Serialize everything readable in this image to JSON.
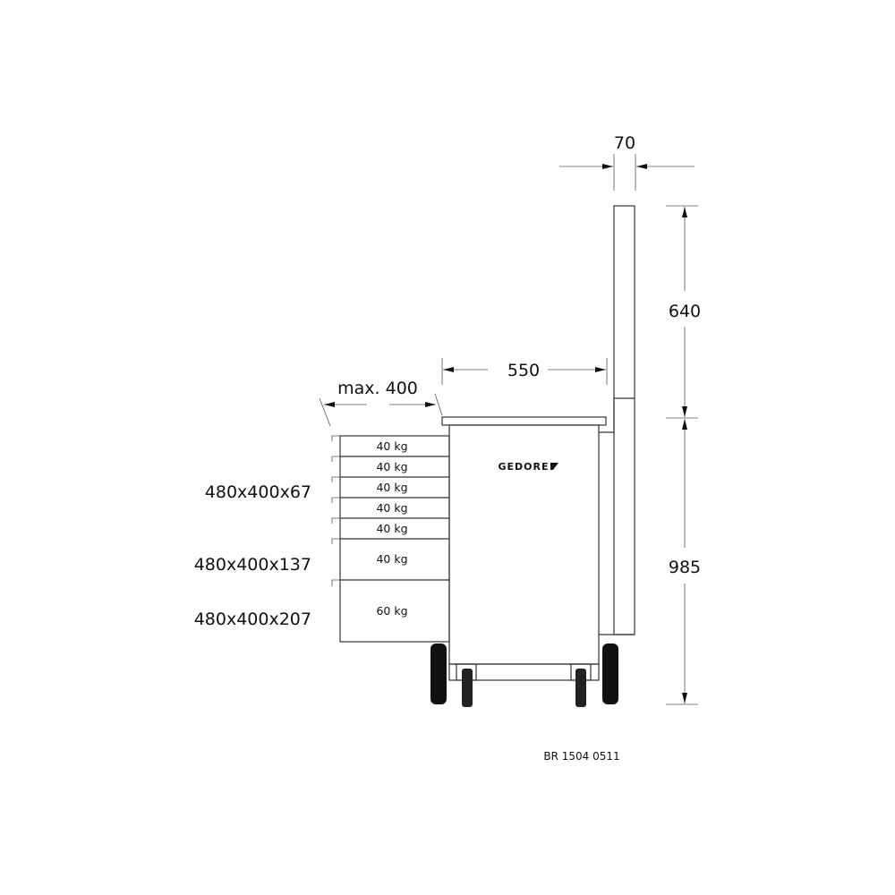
{
  "dimensions": {
    "backpanel_width": "70",
    "backpanel_height": "640",
    "depth": "550",
    "drawer_extension": "max. 400",
    "height": "985"
  },
  "drawer_sizes": [
    "480x400x67",
    "480x400x137",
    "480x400x207"
  ],
  "drawer_loads": [
    "40 kg",
    "40 kg",
    "40 kg",
    "40 kg",
    "40 kg",
    "40 kg",
    "60 kg"
  ],
  "brand_logo": "GEDORE",
  "reference_code": "BR 1504 0511",
  "colors": {
    "line": "#333333",
    "wheel": "#111111"
  }
}
